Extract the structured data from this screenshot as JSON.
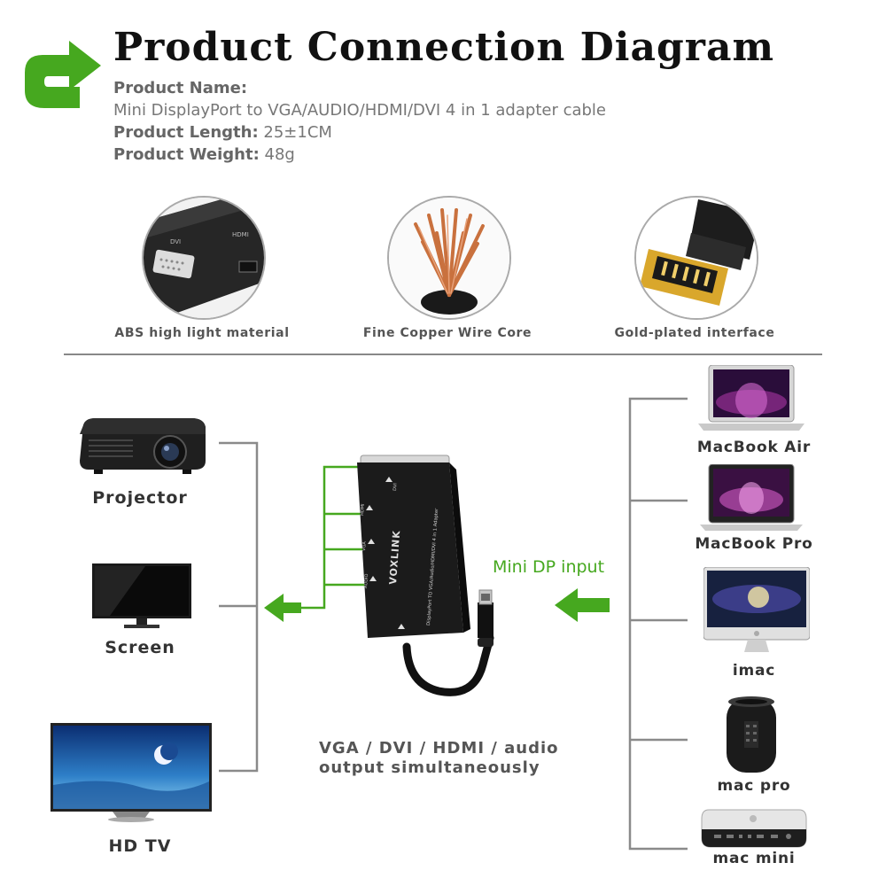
{
  "header": {
    "title": "Product Connection Diagram",
    "specs": [
      {
        "label": "Product Name:",
        "value": ""
      },
      {
        "label": "",
        "value": "Mini DisplayPort to VGA/AUDIO/HDMI/DVI 4 in 1 adapter cable"
      },
      {
        "label": "Product Length:",
        "value": "25±1CM"
      },
      {
        "label": "Product Weight:",
        "value": "48g"
      }
    ]
  },
  "features": [
    {
      "label": "ABS high light material",
      "icon": "adapter-body-closeup-icon"
    },
    {
      "label": "Fine Copper Wire Core",
      "icon": "copper-wire-core-icon"
    },
    {
      "label": "Gold-plated interface",
      "icon": "gold-plated-connector-icon"
    }
  ],
  "outputs": [
    {
      "label": "Projector",
      "icon": "projector-icon"
    },
    {
      "label": "Screen",
      "icon": "monitor-icon"
    },
    {
      "label": "HD TV",
      "icon": "hdtv-icon"
    }
  ],
  "sources": [
    {
      "label": "MacBook Air",
      "icon": "macbook-air-icon"
    },
    {
      "label": "MacBook Pro",
      "icon": "macbook-pro-icon"
    },
    {
      "label": "imac",
      "icon": "imac-icon"
    },
    {
      "label": "mac pro",
      "icon": "mac-pro-icon"
    },
    {
      "label": "mac mini",
      "icon": "mac-mini-icon"
    }
  ],
  "adapter": {
    "brand": "VOXLINK",
    "side_text": "DisplayPort TO VGA/Audio/HDMI/DVI 4 in 1 Adapter",
    "port_labels": [
      "DVI",
      "HDMI",
      "VGA",
      "AUDIO"
    ]
  },
  "input_label": "Mini DP input",
  "output_caption": [
    "VGA / DVI / HDMI / audio",
    "output simultaneously"
  ],
  "colors": {
    "accent_green": "#46a81f",
    "connector_gray": "#888888",
    "text_dark": "#111111"
  }
}
